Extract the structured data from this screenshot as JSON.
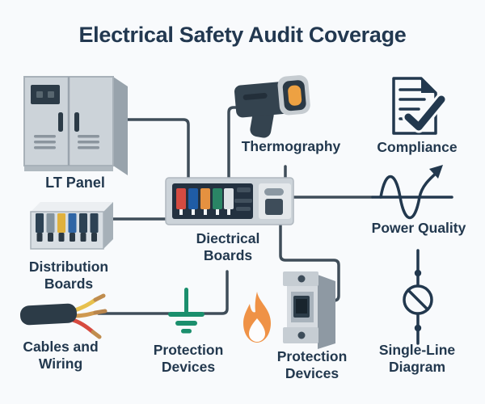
{
  "title": "Electrical Safety Audit Coverage",
  "nodes": {
    "lt_panel": {
      "label": "LT Panel",
      "icon": "electrical-cabinet-icon"
    },
    "thermography": {
      "label": "Thermography",
      "icon": "thermal-camera-icon"
    },
    "compliance": {
      "label": "Compliance",
      "icon": "checklist-check-icon"
    },
    "electrical_boards": {
      "label": "Diectrical\nBoards",
      "icon": "breaker-panel-icon"
    },
    "power_quality": {
      "label": "Power Quality",
      "icon": "sine-wave-arrow-icon"
    },
    "distribution_boards": {
      "label": "Distribution\nBoards",
      "icon": "distribution-board-icon"
    },
    "cables_wiring": {
      "label": "Cables and\nWiring",
      "icon": "stripped-cable-icon"
    },
    "protection_earthing": {
      "label": "Protection\nDevices",
      "icon": "earthing-symbol-icon"
    },
    "fire_hazard": {
      "icon": "flame-icon"
    },
    "protection_breaker": {
      "label": "Protection\nDevices",
      "icon": "circuit-breaker-icon"
    },
    "single_line_diagram": {
      "label": "Single-Line\nDiagram",
      "icon": "single-line-symbol-icon"
    }
  },
  "colors": {
    "background": "#f8fafc",
    "text_navy": "#22384e",
    "connector_line": "#3f4d59",
    "earthing_green": "#1b8f6d",
    "flame_orange": "#ef9246",
    "lens_amber": "#eda142",
    "panel_breaker_colors": [
      "#d44b41",
      "#1f5ca6",
      "#e59140",
      "#2a8565",
      "#dde2e6"
    ],
    "distribution_breaker_colors": [
      "#2d4254",
      "#84939e",
      "#e0b13e",
      "#2f65a5",
      "#2d4254",
      "#2d4254"
    ],
    "wire_colors": [
      "#e7c14e",
      "#cf9950",
      "#d64a3f"
    ]
  }
}
